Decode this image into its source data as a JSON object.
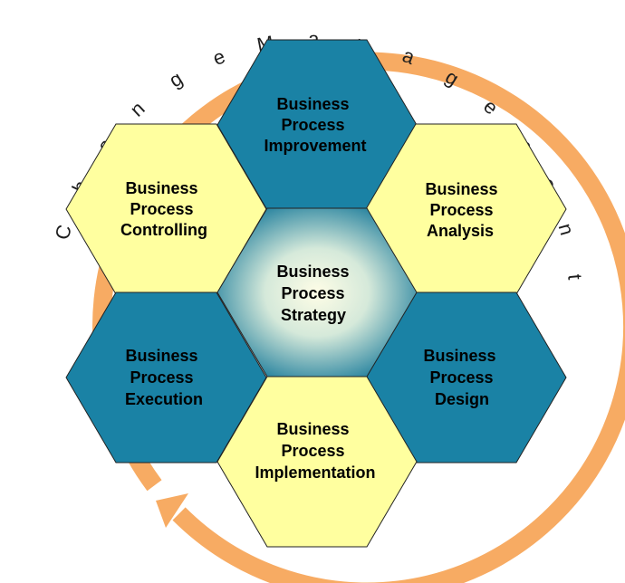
{
  "ring": {
    "title": "Change Management",
    "color": "#f7ab63"
  },
  "colors": {
    "teal": "#1a82a5",
    "yellow": "#ffff9f",
    "hex_stroke": "#222222",
    "center_inner": "#fefde6",
    "center_outer": "#1f7e9c"
  },
  "hexes": {
    "improvement": {
      "lines": [
        "Business",
        "Process",
        "Improvement"
      ],
      "fill": "teal"
    },
    "controlling": {
      "lines": [
        "Business",
        "Process",
        "Controlling"
      ],
      "fill": "yellow"
    },
    "analysis": {
      "lines": [
        "Business",
        "Process",
        "Analysis"
      ],
      "fill": "yellow"
    },
    "strategy": {
      "lines": [
        "Business",
        "Process",
        "Strategy"
      ],
      "fill": "center"
    },
    "execution": {
      "lines": [
        "Business",
        "Process",
        "Execution"
      ],
      "fill": "teal"
    },
    "design": {
      "lines": [
        "Business",
        "Process",
        "Design"
      ],
      "fill": "teal"
    },
    "implementation": {
      "lines": [
        "Business",
        "Process",
        "Implementation"
      ],
      "fill": "yellow"
    }
  }
}
